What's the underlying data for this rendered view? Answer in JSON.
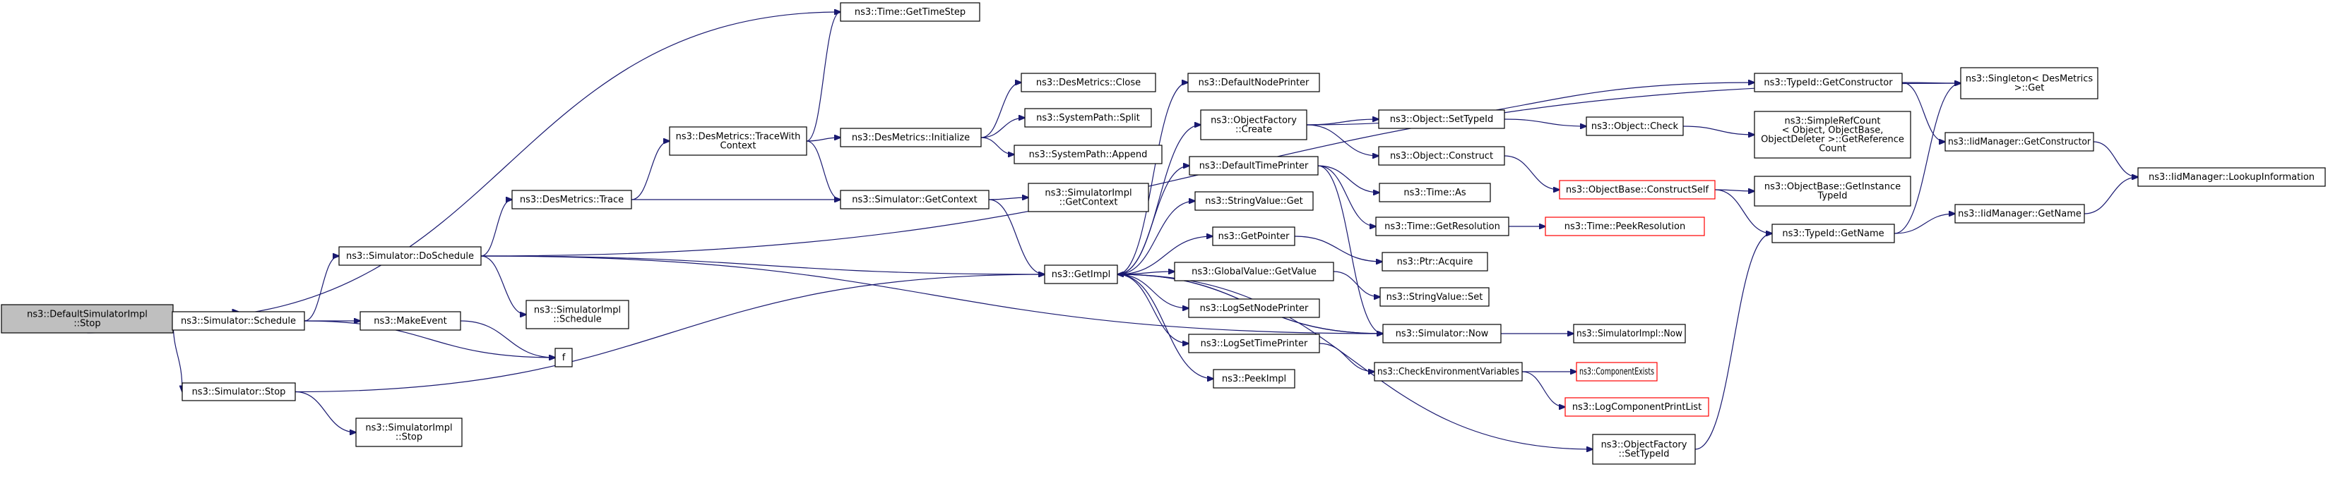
{
  "graph": {
    "colors": {
      "edge": "#191970",
      "root_fill": "#bfbfbf",
      "incomplete_border": "#ff0000"
    },
    "nodes": [
      {
        "id": "n0",
        "lines": [
          "ns3::DefaultSimulatorImpl",
          "::Stop"
        ]
      },
      {
        "id": "n1",
        "lines": [
          "ns3::Simulator::Schedule"
        ]
      },
      {
        "id": "n2",
        "lines": [
          "ns3::Simulator::Stop"
        ]
      },
      {
        "id": "n3",
        "lines": [
          "ns3::Simulator::DoSchedule"
        ]
      },
      {
        "id": "n4",
        "lines": [
          "ns3::MakeEvent"
        ]
      },
      {
        "id": "n5",
        "lines": [
          "f"
        ]
      },
      {
        "id": "n6",
        "lines": [
          "ns3::SimulatorImpl",
          "::Stop"
        ]
      },
      {
        "id": "n7",
        "lines": [
          "ns3::DesMetrics::Trace"
        ]
      },
      {
        "id": "n8",
        "lines": [
          "ns3::SimulatorImpl",
          "::Schedule"
        ]
      },
      {
        "id": "n9",
        "lines": [
          "ns3::GetImpl"
        ]
      },
      {
        "id": "n10",
        "lines": [
          "ns3::DesMetrics::TraceWith",
          "Context"
        ]
      },
      {
        "id": "n11",
        "lines": [
          "ns3::Simulator::GetContext"
        ]
      },
      {
        "id": "n12",
        "lines": [
          "ns3::Time::GetTimeStep"
        ]
      },
      {
        "id": "n13",
        "lines": [
          "ns3::DesMetrics::Initialize"
        ]
      },
      {
        "id": "n14",
        "lines": [
          "ns3::SimulatorImpl",
          "::GetContext"
        ]
      },
      {
        "id": "n15",
        "lines": [
          "ns3::DesMetrics::Close"
        ]
      },
      {
        "id": "n16",
        "lines": [
          "ns3::SystemPath::Split"
        ]
      },
      {
        "id": "n17",
        "lines": [
          "ns3::SystemPath::Append"
        ]
      },
      {
        "id": "n18",
        "lines": [
          "ns3::DefaultNodePrinter"
        ]
      },
      {
        "id": "n19",
        "lines": [
          "ns3::ObjectFactory",
          "::Create"
        ]
      },
      {
        "id": "n20",
        "lines": [
          "ns3::DefaultTimePrinter"
        ]
      },
      {
        "id": "n21",
        "lines": [
          "ns3::StringValue::Get"
        ]
      },
      {
        "id": "n22",
        "lines": [
          "ns3::GetPointer"
        ]
      },
      {
        "id": "n23",
        "lines": [
          "ns3::GlobalValue::GetValue"
        ]
      },
      {
        "id": "n24",
        "lines": [
          "ns3::LogSetNodePrinter"
        ]
      },
      {
        "id": "n25",
        "lines": [
          "ns3::LogSetTimePrinter"
        ]
      },
      {
        "id": "n26",
        "lines": [
          "ns3::PeekImpl"
        ]
      },
      {
        "id": "n27",
        "lines": [
          "ns3::Object::SetTypeId"
        ]
      },
      {
        "id": "n28",
        "lines": [
          "ns3::Object::Construct"
        ]
      },
      {
        "id": "n29",
        "lines": [
          "ns3::Time::As"
        ]
      },
      {
        "id": "n30",
        "lines": [
          "ns3::Time::GetResolution"
        ]
      },
      {
        "id": "n31",
        "lines": [
          "ns3::Ptr::Acquire"
        ]
      },
      {
        "id": "n32",
        "lines": [
          "ns3::StringValue::Set"
        ]
      },
      {
        "id": "n33",
        "lines": [
          "ns3::Simulator::Now"
        ]
      },
      {
        "id": "n34",
        "lines": [
          "ns3::CheckEnvironmentVariables"
        ]
      },
      {
        "id": "n35",
        "lines": [
          "ns3::ObjectFactory",
          "::SetTypeId"
        ]
      },
      {
        "id": "n36",
        "lines": [
          "ns3::TypeId::GetConstructor"
        ]
      },
      {
        "id": "n37",
        "lines": [
          "ns3::Object::Check"
        ]
      },
      {
        "id": "n38",
        "lines": [
          "ns3::ObjectBase::ConstructSelf"
        ],
        "incomplete": true
      },
      {
        "id": "n39",
        "lines": [
          "ns3::Time::PeekResolution"
        ],
        "incomplete": true
      },
      {
        "id": "n40",
        "lines": [
          "ns3::SimulatorImpl::Now"
        ]
      },
      {
        "id": "n41",
        "lines": [
          "ns3::ComponentExists"
        ],
        "incomplete": true
      },
      {
        "id": "n42",
        "lines": [
          "ns3::LogComponentPrintList"
        ],
        "incomplete": true
      },
      {
        "id": "n43",
        "lines": [
          "ns3::SimpleRefCount",
          "< Object, ObjectBase,",
          "ObjectDeleter >::GetReference",
          "Count"
        ]
      },
      {
        "id": "n44",
        "lines": [
          "ns3::ObjectBase::GetInstance",
          "TypeId"
        ]
      },
      {
        "id": "n45",
        "lines": [
          "ns3::TypeId::GetName"
        ]
      },
      {
        "id": "n46",
        "lines": [
          "ns3::Singleton< DesMetrics",
          ">::Get"
        ]
      },
      {
        "id": "n47",
        "lines": [
          "ns3::IidManager::GetConstructor"
        ]
      },
      {
        "id": "n48",
        "lines": [
          "ns3::IidManager::GetName"
        ]
      },
      {
        "id": "n49",
        "lines": [
          "ns3::IidManager::LookupInformation"
        ]
      }
    ],
    "edges": [
      [
        "n0",
        "n1"
      ],
      [
        "n0",
        "n2"
      ],
      [
        "n0",
        "n12"
      ],
      [
        "n1",
        "n3"
      ],
      [
        "n1",
        "n4"
      ],
      [
        "n1",
        "n5"
      ],
      [
        "n2",
        "n6"
      ],
      [
        "n2",
        "n9"
      ],
      [
        "n3",
        "n7"
      ],
      [
        "n3",
        "n8"
      ],
      [
        "n3",
        "n9"
      ],
      [
        "n3",
        "n46"
      ],
      [
        "n3",
        "n33"
      ],
      [
        "n4",
        "n5"
      ],
      [
        "n7",
        "n10"
      ],
      [
        "n7",
        "n11"
      ],
      [
        "n10",
        "n11"
      ],
      [
        "n10",
        "n12"
      ],
      [
        "n10",
        "n13"
      ],
      [
        "n11",
        "n14"
      ],
      [
        "n11",
        "n9"
      ],
      [
        "n13",
        "n15"
      ],
      [
        "n13",
        "n16"
      ],
      [
        "n13",
        "n17"
      ],
      [
        "n9",
        "n18"
      ],
      [
        "n9",
        "n19"
      ],
      [
        "n9",
        "n20"
      ],
      [
        "n9",
        "n21"
      ],
      [
        "n9",
        "n22"
      ],
      [
        "n9",
        "n23"
      ],
      [
        "n9",
        "n24"
      ],
      [
        "n9",
        "n25"
      ],
      [
        "n9",
        "n26"
      ],
      [
        "n9",
        "n33"
      ],
      [
        "n9",
        "n35"
      ],
      [
        "n19",
        "n36"
      ],
      [
        "n19",
        "n27"
      ],
      [
        "n19",
        "n28"
      ],
      [
        "n20",
        "n29"
      ],
      [
        "n20",
        "n30"
      ],
      [
        "n20",
        "n33"
      ],
      [
        "n22",
        "n31"
      ],
      [
        "n23",
        "n32"
      ],
      [
        "n25",
        "n34"
      ],
      [
        "n27",
        "n37"
      ],
      [
        "n28",
        "n38"
      ],
      [
        "n30",
        "n39"
      ],
      [
        "n33",
        "n40"
      ],
      [
        "n33",
        "n9"
      ],
      [
        "n34",
        "n41"
      ],
      [
        "n34",
        "n42"
      ],
      [
        "n35",
        "n45"
      ],
      [
        "n36",
        "n46"
      ],
      [
        "n36",
        "n47"
      ],
      [
        "n37",
        "n43"
      ],
      [
        "n38",
        "n44"
      ],
      [
        "n38",
        "n45"
      ],
      [
        "n45",
        "n46"
      ],
      [
        "n45",
        "n48"
      ],
      [
        "n47",
        "n49"
      ],
      [
        "n48",
        "n49"
      ]
    ]
  }
}
